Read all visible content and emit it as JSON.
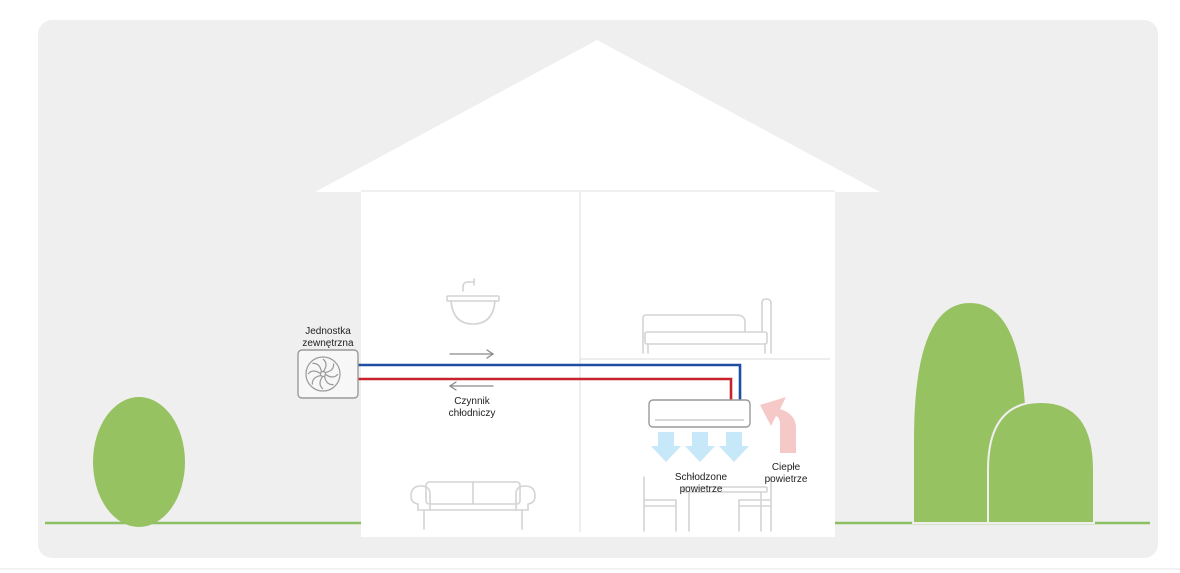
{
  "labels": {
    "outdoor_unit": [
      "Jednostka",
      "zewnętrzna"
    ],
    "refrigerant": [
      "Czynnik",
      "chłodniczy"
    ],
    "cooled_air": [
      "Schłodzone",
      "powietrze"
    ],
    "warm_air": [
      "Ciepłe",
      "powietrze"
    ]
  },
  "colors": {
    "panel_bg": "#efefef",
    "ground": "#8cc063",
    "tree": "#96c262",
    "house": "#ffffff",
    "furniture_line": "#d4d4d4",
    "pipe_cold": "#1f4fa0",
    "pipe_hot": "#c8232c",
    "cool_air": "#c6e8f8",
    "warm_air": "#f6c9c9",
    "unit_border": "#9a9a9a"
  },
  "icons": [
    "sink-icon",
    "bed-icon",
    "sofa-icon",
    "dining-table-icon",
    "fan-icon",
    "cool-air-arrow-icon",
    "warm-air-arrow-icon",
    "flow-arrow-icon"
  ]
}
